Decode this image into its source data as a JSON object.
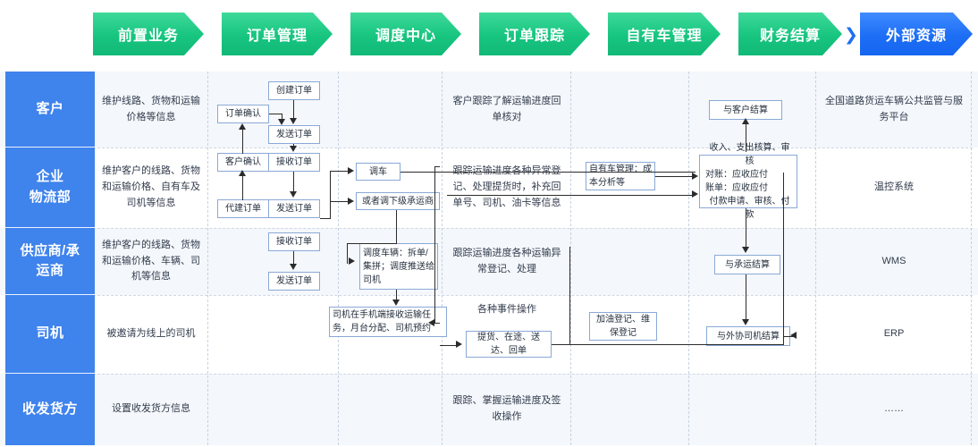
{
  "ribbon": {
    "separator_glyph": "❯",
    "colors": {
      "green": "#17c57f",
      "blue": "#1d6ef5"
    },
    "stages": [
      {
        "label": "前置业务",
        "color": "green"
      },
      {
        "label": "订单管理",
        "color": "green"
      },
      {
        "label": "调度中心",
        "color": "green"
      },
      {
        "label": "订单跟踪",
        "color": "green"
      },
      {
        "label": "自有车管理",
        "color": "green"
      },
      {
        "label": "财务结算",
        "color": "green"
      },
      {
        "label": "外部资源",
        "color": "blue"
      }
    ]
  },
  "roles": [
    {
      "label": "客户"
    },
    {
      "label": "企业\n物流部"
    },
    {
      "label": "供应商/承\n运商"
    },
    {
      "label": "司机"
    },
    {
      "label": "收发货方"
    }
  ],
  "role_labels": {
    "r0": "客户",
    "r1a": "企业",
    "r1b": "物流部",
    "r2a": "供应商/承",
    "r2b": "运商",
    "r3": "司机",
    "r4": "收发货方"
  },
  "col_pre": {
    "r0": "维护线路、货物和运输价格等信息",
    "r1": "维护客户的线路、货物和运输价格、自有车及司机等信息",
    "r2": "维护客户的线路、货物和运输价格、车辆、司机等信息",
    "r3": "被邀请为线上的司机",
    "r4": "设置收发货方信息"
  },
  "col_order": {
    "create_order": "创建订单",
    "order_confirm": "订单确认",
    "send_order_1": "发送订单",
    "customer_confirm": "客户确认",
    "receive_order_1": "接收订单",
    "proxy_order": "代建订单",
    "send_order_2": "发送订单",
    "receive_order_2": "接收订单",
    "send_order_3": "发送订单"
  },
  "col_dispatch": {
    "dispatch_vehicle": "调车",
    "dispatch_sub": "或者调下级承运商",
    "dispatch_detail": "调度车辆：拆单/集拼；调度推送给司机",
    "driver_task": "司机在手机端接收运输任务，月台分配、司机预约"
  },
  "col_track": {
    "r0": "客户跟踪了解运输进度回单核对",
    "r1": "跟踪运输进度各种异常登记、处理提货时，补充回单号、司机、油卡等信息",
    "r2": "跟踪运输进度各种运输异常登记、处理",
    "r3": "各种事件操作",
    "r3_node": "提货、在途、送达、回单",
    "r4": "跟踪、掌握运输进度及签收操作"
  },
  "col_fleet": {
    "own_vehicle": "自有车管理：成本分析等",
    "refuel": "加油登记、维保登记"
  },
  "col_finance": {
    "settle_customer": "与客户结算",
    "accounting": "收入、支出核算、审核\n对账：应收应付\n账单：应收应付\n付款申请、审核、付款",
    "accounting_l1": "收入、支出核算、审核",
    "accounting_l2": "对账：应收应付",
    "accounting_l3": "账单：应收应付",
    "accounting_l4": "付款申请、审核、付款",
    "settle_carrier": "与承运结算",
    "settle_outsourced_driver": "与外协司机结算"
  },
  "col_external": {
    "r0": "全国道路货运车辆公共监管与服务平台",
    "r1": "温控系统",
    "r2": "WMS",
    "r3": "ERP",
    "r4": "……"
  }
}
